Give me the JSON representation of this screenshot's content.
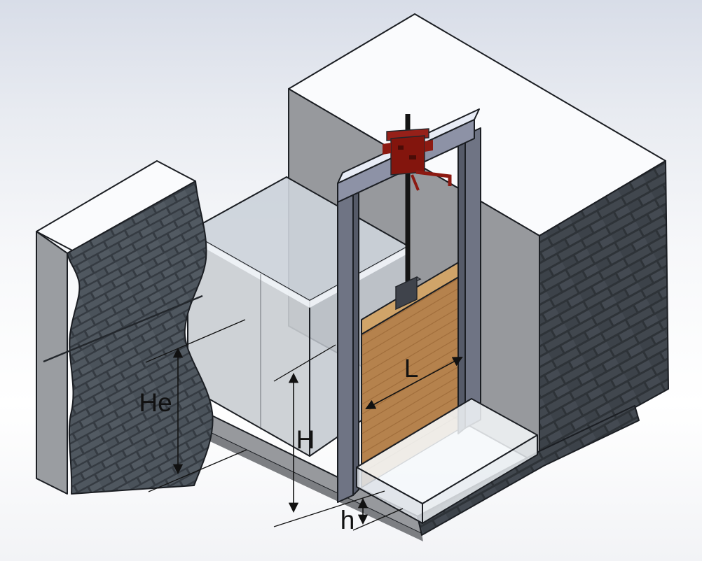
{
  "annotations": {
    "upstream_head_label": "He",
    "gate_height_label": "H",
    "gate_width_label": "L",
    "gate_opening_label": "h"
  },
  "colors": {
    "background_top": "#d8dde8",
    "background_mid": "#f7f8fa",
    "background_bottom": "#f2f3f6",
    "block_top": "#fafbfd",
    "block_side_gray": "#97999d",
    "wall_end_gray": "#9a9da1",
    "brick_dark_joint": "#2e3338",
    "brick_dark_face": "#41474e",
    "brick_light_joint": "#353b42",
    "brick_light_face": "#4f575f",
    "water_surface": "#ccd2da",
    "water_front": "#c9cdd2",
    "water_side": "#c2c8cf",
    "downstream_water_top": "#f4f8fa",
    "downstream_water_front": "#dde2e7",
    "downstream_water_side": "#e7ecf0",
    "floor_band": "#97999d",
    "floor_band_lip": "#7c7e82",
    "frame_bar_top": "#e8ecf6",
    "frame_bar_front": "#8d92a6",
    "frame_post": "#6f7484",
    "frame_inner": "#555a68",
    "gate_wood": "#b5824d",
    "gate_wood_top": "#d0a469",
    "gate_wood_wet": "#c79d6d",
    "bracket_gray": "#3f434b",
    "actuator_red": "#83150d",
    "actuator_red_light": "#962019",
    "rod_black": "#141414",
    "dimension_color": "#111111"
  }
}
